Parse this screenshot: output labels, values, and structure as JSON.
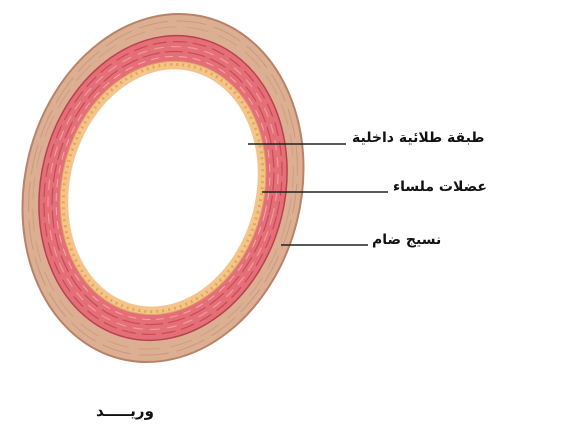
{
  "labels": {
    "intima": "طبقة طلائية داخلية",
    "smooth_muscle": "عضلات ملساء",
    "connective_tissue": "نسيج ضام"
  },
  "caption": "وريـــــد",
  "colors": {
    "connective_outer": "#d9a88b",
    "connective_inner": "#c98f7a",
    "muscle": "#e36f76",
    "muscle_dark": "#c9485a",
    "intima": "#f2c48a",
    "lumen": "#ffffff",
    "pointer_line": "#222222"
  }
}
